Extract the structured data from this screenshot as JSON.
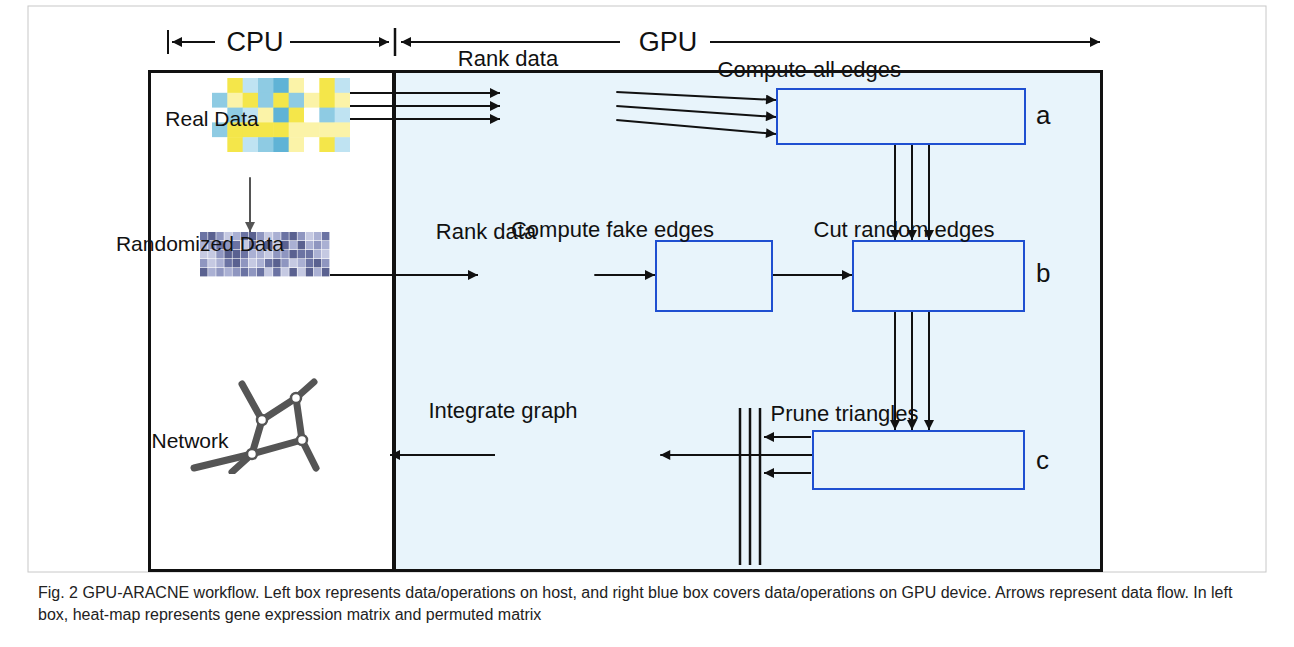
{
  "diagram": {
    "caption": "Fig. 2 GPU-ARACNE workflow. Left box represents data/operations on host, and right blue box covers data/operations on GPU device. Arrows represent data flow. In left box, heat-map represents gene expression matrix and permuted matrix",
    "nodes": [
      {
        "text": [
          "CPU"
        ]
      },
      {
        "text": [
          "Real Data"
        ],
        "in": 0
      },
      {
        "text": [
          "Randomized Data"
        ],
        "in": 0
      },
      {
        "text": [
          "Network"
        ],
        "in": 0
      },
      {
        "text": [
          "GPU"
        ]
      },
      {
        "text": [
          "Rank data"
        ],
        "in": 4
      },
      {
        "text": [
          "Compute all edges"
        ],
        "in": 4
      },
      {
        "text": [
          "Rank data"
        ],
        "in": 4
      },
      {
        "text": [
          "Compute fake edges"
        ],
        "in": 4
      },
      {
        "text": [
          "Cut random edges"
        ],
        "in": 4
      },
      {
        "text": [
          "Prune triangles"
        ],
        "in": 4
      },
      {
        "text": [
          "Integrate graph"
        ],
        "in": 4
      }
    ],
    "edges": [
      {
        "from": 1,
        "to": 5,
        "arrow": "to"
      },
      {
        "from": 1,
        "to": 5,
        "arrow": "to"
      },
      {
        "from": 1,
        "to": 5,
        "arrow": "to"
      },
      {
        "from": 5,
        "to": 6,
        "arrow": "to"
      },
      {
        "from": 5,
        "to": 6,
        "arrow": "to"
      },
      {
        "from": 5,
        "to": 6,
        "arrow": "to"
      },
      {
        "from": 6,
        "to": 9,
        "arrow": "to"
      },
      {
        "from": 6,
        "to": 9,
        "arrow": "to"
      },
      {
        "from": 6,
        "to": 9,
        "arrow": "to"
      },
      {
        "from": 1,
        "to": 2,
        "arrow": "to"
      },
      {
        "from": 2,
        "to": 7,
        "arrow": "to"
      },
      {
        "from": 7,
        "to": 8,
        "arrow": "to"
      },
      {
        "from": 8,
        "to": 9,
        "arrow": "to"
      },
      {
        "from": 9,
        "to": 10,
        "arrow": "to"
      },
      {
        "from": 9,
        "to": 10,
        "arrow": "to"
      },
      {
        "from": 9,
        "to": 10,
        "arrow": "to"
      },
      {
        "from": 10,
        "to": 11,
        "arrow": "to"
      },
      {
        "from": 11,
        "to": 3,
        "arrow": "to"
      }
    ],
    "labels": [
      "a",
      "b",
      "c"
    ]
  }
}
